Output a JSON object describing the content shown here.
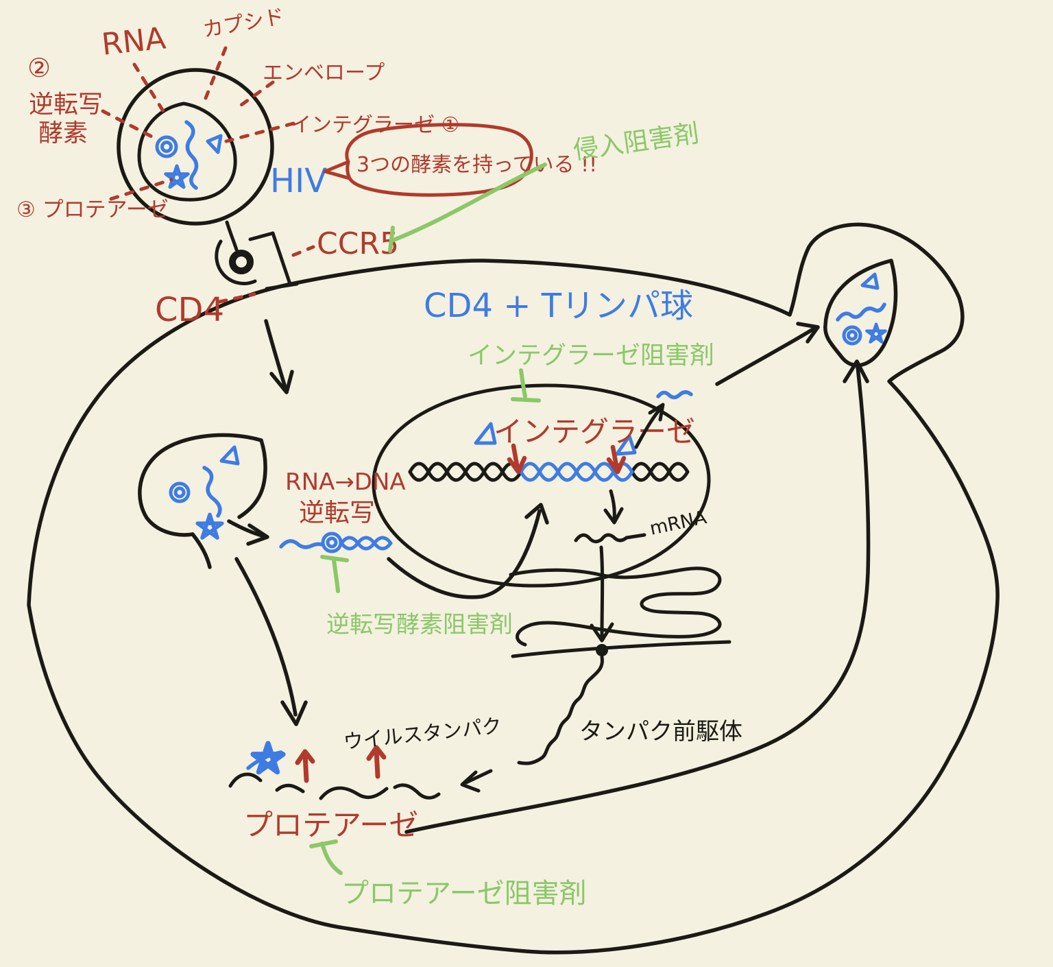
{
  "title": "HIV life cycle hand-drawn study note",
  "colors": {
    "background": "#f4f1e1",
    "ink": "#1b1a14",
    "red": "#b13a2c",
    "blue": "#3e7ce4",
    "green": "#8cc768"
  },
  "virion": {
    "hiv": "HIV",
    "rna": "RNA",
    "capsid": "カプシド",
    "envelope": "エンベロープ",
    "integrase": "インテグラーゼ ①",
    "rt_number": "②",
    "rt_line1": "逆転写",
    "rt_line2": "酵素",
    "protease": "③ プロテアーゼ",
    "bubble": "3つの酵素を持っている !!"
  },
  "entry": {
    "cd4": "CD4",
    "ccr5": "CCR5",
    "entry_inhibitor": "侵入阻害剤"
  },
  "cell": {
    "name": "CD4 + Tリンパ球"
  },
  "reverse_transcription": {
    "reaction": "RNA→DNA",
    "label": "逆転写",
    "inhibitor": "逆転写酵素阻害剤"
  },
  "nucleus": {
    "integrase": "インテグラーゼ",
    "integrase_inhibitor": "インテグラーゼ阻害剤",
    "mrna": "mRNA"
  },
  "translation": {
    "precursor": "タンパク前駆体"
  },
  "assembly": {
    "viral_protein": "ウイルスタンパク",
    "protease": "プロテアーゼ",
    "protease_inhibitor": "プロテアーゼ阻害剤"
  }
}
